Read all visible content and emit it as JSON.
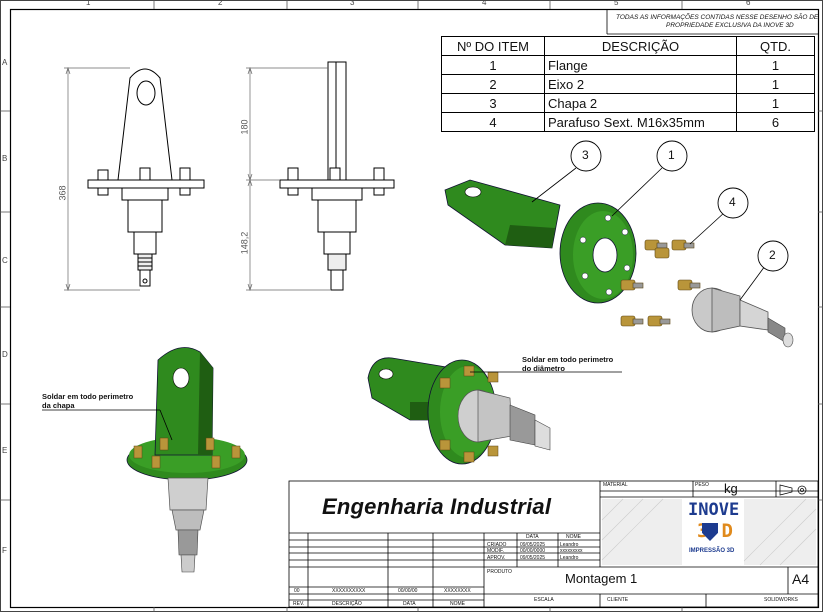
{
  "border": {
    "columns": [
      "1",
      "2",
      "3",
      "4",
      "5",
      "6"
    ],
    "rows": [
      "A",
      "B",
      "C",
      "D",
      "E",
      "F"
    ]
  },
  "notice": {
    "line1": "TODAS AS INFORMAÇÕES CONTIDAS NESSE DESENHO SÃO DE",
    "line2": "PROPRIEDADE EXCLUSIVA DA INOVE 3D"
  },
  "bom": {
    "headers": [
      "Nº DO ITEM",
      "DESCRIÇÃO",
      "QTD."
    ],
    "rows": [
      {
        "item": "1",
        "desc": "Flange",
        "qty": "1"
      },
      {
        "item": "2",
        "desc": "Eixo 2",
        "qty": "1"
      },
      {
        "item": "3",
        "desc": "Chapa 2",
        "qty": "1"
      },
      {
        "item": "4",
        "desc": "Parafuso Sext. M16x35mm",
        "qty": "6"
      }
    ]
  },
  "dimensions": {
    "overall": "368",
    "upper": "180",
    "lower": "148,2"
  },
  "balloons": [
    "3",
    "1",
    "4",
    "2"
  ],
  "notes": {
    "left_line1": "Soldar em todo perimetro",
    "left_line2": "da chapa",
    "right_line1": "Soldar em todo perimetro",
    "right_line2": "do diâmetro"
  },
  "title_block": {
    "company": "Engenharia Industrial",
    "material_label": "MATERIAL",
    "peso_label": "PESO",
    "peso_unit": "kg",
    "rev_header": {
      "data": "DATA",
      "nome": "NOME"
    },
    "rev_rows": [
      {
        "label": "CRIADO",
        "date": "09/05/2025",
        "name": "Leandro"
      },
      {
        "label": "MODIF.",
        "date": "00/00/0000",
        "name": "xxxxxxxxx"
      },
      {
        "label": "APROV.",
        "date": "09/05/2025",
        "name": "Leandro"
      }
    ],
    "bottom": {
      "rev_code": "00",
      "desc": "XXXXXXXXXX",
      "date": "00/00/00",
      "name": "XXXXXXXX"
    },
    "bottom_labels": [
      "REV.",
      "DESCRIÇÃO",
      "DATA",
      "NOME"
    ],
    "produto_label": "PRODUTO",
    "produto": "Montagem 1",
    "escala_label": "ESCALA",
    "cliente_label": "CLIENTE",
    "software": "SOLIDWORKS",
    "size": "A4",
    "logo": {
      "line1": "INOVE",
      "line2": "3D",
      "line3": "IMPRESSÃO 3D"
    }
  },
  "colors": {
    "part_green": "#2f8a1e",
    "part_green_dark": "#1f5e12",
    "metal": "#c9c9c9",
    "bolt": "#b9953a",
    "logo_blue": "#1d3b8f",
    "logo_orange": "#e08a1c"
  }
}
